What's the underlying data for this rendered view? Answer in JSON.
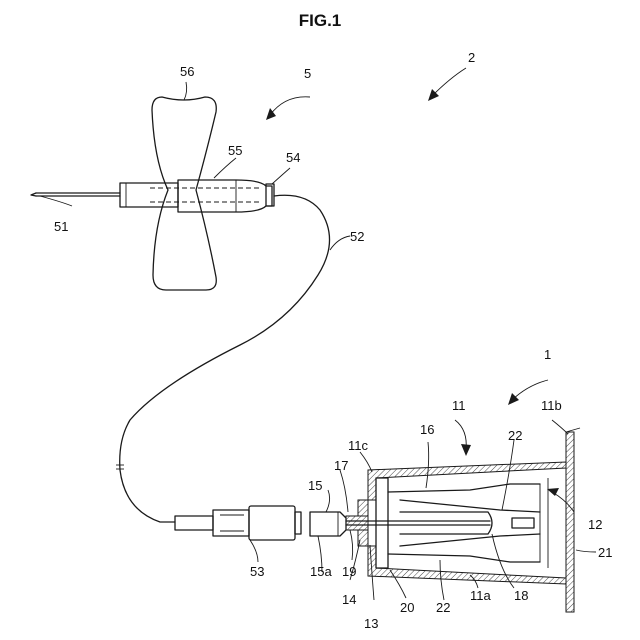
{
  "figure": {
    "title": "FIG.1"
  },
  "labels": {
    "n1": "1",
    "n2": "2",
    "n5": "5",
    "n11": "11",
    "n11a": "11a",
    "n11b": "11b",
    "n11c": "11c",
    "n12": "12",
    "n13": "13",
    "n14": "14",
    "n15": "15",
    "n15a": "15a",
    "n16": "16",
    "n17": "17",
    "n18": "18",
    "n19": "19",
    "n20": "20",
    "n21": "21",
    "n22a": "22",
    "n22b": "22",
    "n51": "51",
    "n52": "52",
    "n53": "53",
    "n54": "54",
    "n55": "55",
    "n56": "56"
  }
}
